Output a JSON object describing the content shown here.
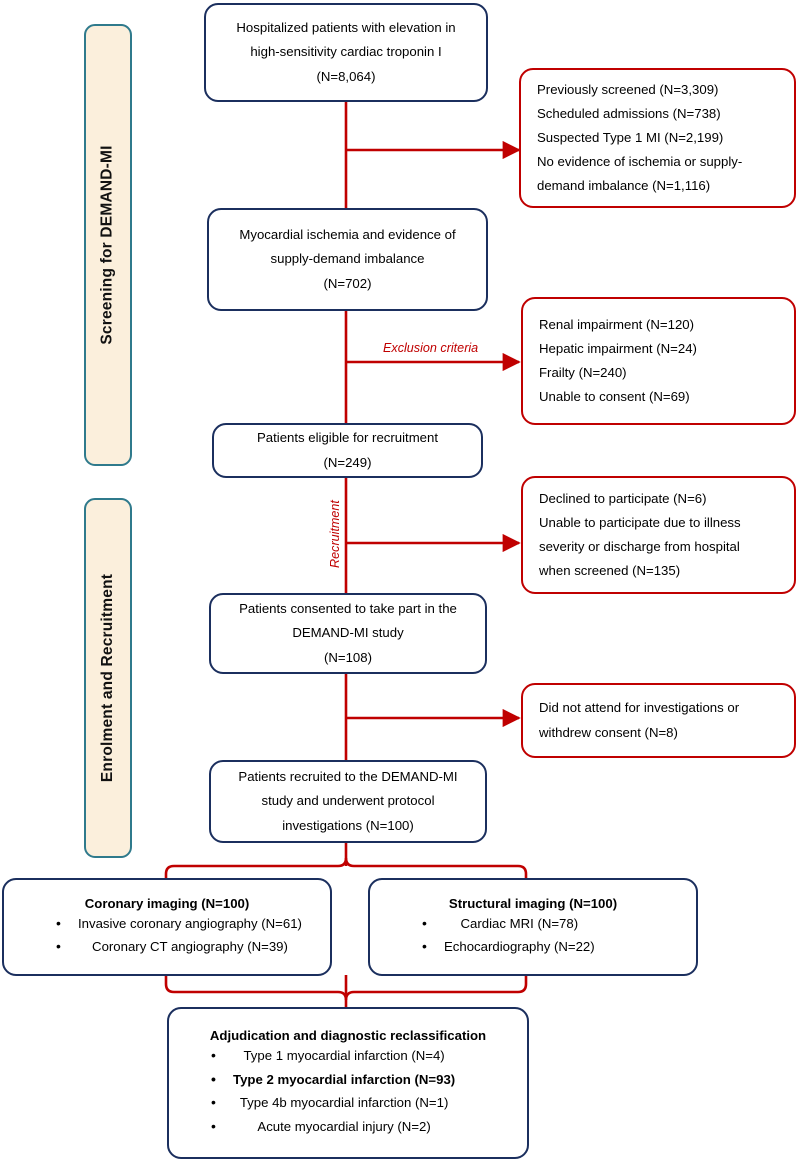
{
  "figure": {
    "kind": "study-flow-diagram",
    "colors": {
      "primary_box_border": "#1b2f5e",
      "exclusion_box_border": "#c00000",
      "connector": "#c00000",
      "phase_rail_border": "#2f7a8c",
      "phase_rail_fill": "#fbefdc",
      "text": "#000000"
    }
  },
  "phases": [
    {
      "label": "Screening for DEMAND-MI"
    },
    {
      "label": "Enrolment and Recruitment"
    }
  ],
  "edge_labels": [
    {
      "text": "Exclusion criteria",
      "orientation": "horizontal"
    },
    {
      "text": "Recruitment",
      "orientation": "vertical"
    }
  ],
  "main_nodes": [
    {
      "id": "enrolled-troponin",
      "lines": [
        "Hospitalized patients with elevation in",
        "high-sensitivity cardiac troponin I",
        "(N=8,064)"
      ]
    },
    {
      "id": "ischemia-supply-demand",
      "lines": [
        "Myocardial ischemia and evidence of",
        "supply-demand imbalance",
        "(N=702)"
      ]
    },
    {
      "id": "eligible",
      "lines": [
        "Patients eligible for recruitment",
        "(N=249)"
      ]
    },
    {
      "id": "consented",
      "lines": [
        "Patients consented to take part in the",
        "DEMAND-MI study",
        "(N=108)"
      ]
    },
    {
      "id": "recruited",
      "lines": [
        "Patients recruited to the DEMAND-MI",
        "study and underwent protocol",
        "investigations (N=100)"
      ]
    }
  ],
  "exclusion_nodes": [
    {
      "id": "screening-exclusions",
      "lines": [
        "Previously screened (N=3,309)",
        "Scheduled admissions (N=738)",
        "Suspected Type 1 MI (N=2,199)",
        "No evidence of ischemia or supply-",
        "demand imbalance (N=1,116)"
      ]
    },
    {
      "id": "eligibility-exclusions",
      "lines": [
        "Renal impairment (N=120)",
        "Hepatic impairment (N=24)",
        "Frailty (N=240)",
        "Unable to consent (N=69)"
      ]
    },
    {
      "id": "recruitment-exclusions",
      "lines": [
        "Declined to participate (N=6)",
        "Unable to participate due to illness",
        "severity or discharge from hospital",
        "when screened (N=135)"
      ]
    },
    {
      "id": "attendance-exclusions",
      "lines": [
        "Did not attend for investigations or",
        "withdrew consent (N=8)"
      ]
    }
  ],
  "imaging_nodes": [
    {
      "id": "coronary-imaging",
      "title": "Coronary imaging (N=100)",
      "items": [
        {
          "text": "Invasive coronary angiography (N=61)",
          "bold": false
        },
        {
          "text": "Coronary CT angiography (N=39)",
          "bold": false
        }
      ]
    },
    {
      "id": "structural-imaging",
      "title": "Structural imaging (N=100)",
      "items": [
        {
          "text": "Cardiac MRI (N=78)",
          "bold": false
        },
        {
          "text": "Echocardiography (N=22)",
          "bold": false
        }
      ]
    }
  ],
  "adjudication": {
    "id": "adjudication",
    "title": "Adjudication and diagnostic reclassification",
    "items": [
      {
        "text": "Type 1 myocardial infarction (N=4)",
        "bold": false
      },
      {
        "text": "Type 2 myocardial infarction (N=93)",
        "bold": true
      },
      {
        "text": "Type 4b myocardial infarction (N=1)",
        "bold": false
      },
      {
        "text": "Acute myocardial injury (N=2)",
        "bold": false
      }
    ]
  }
}
